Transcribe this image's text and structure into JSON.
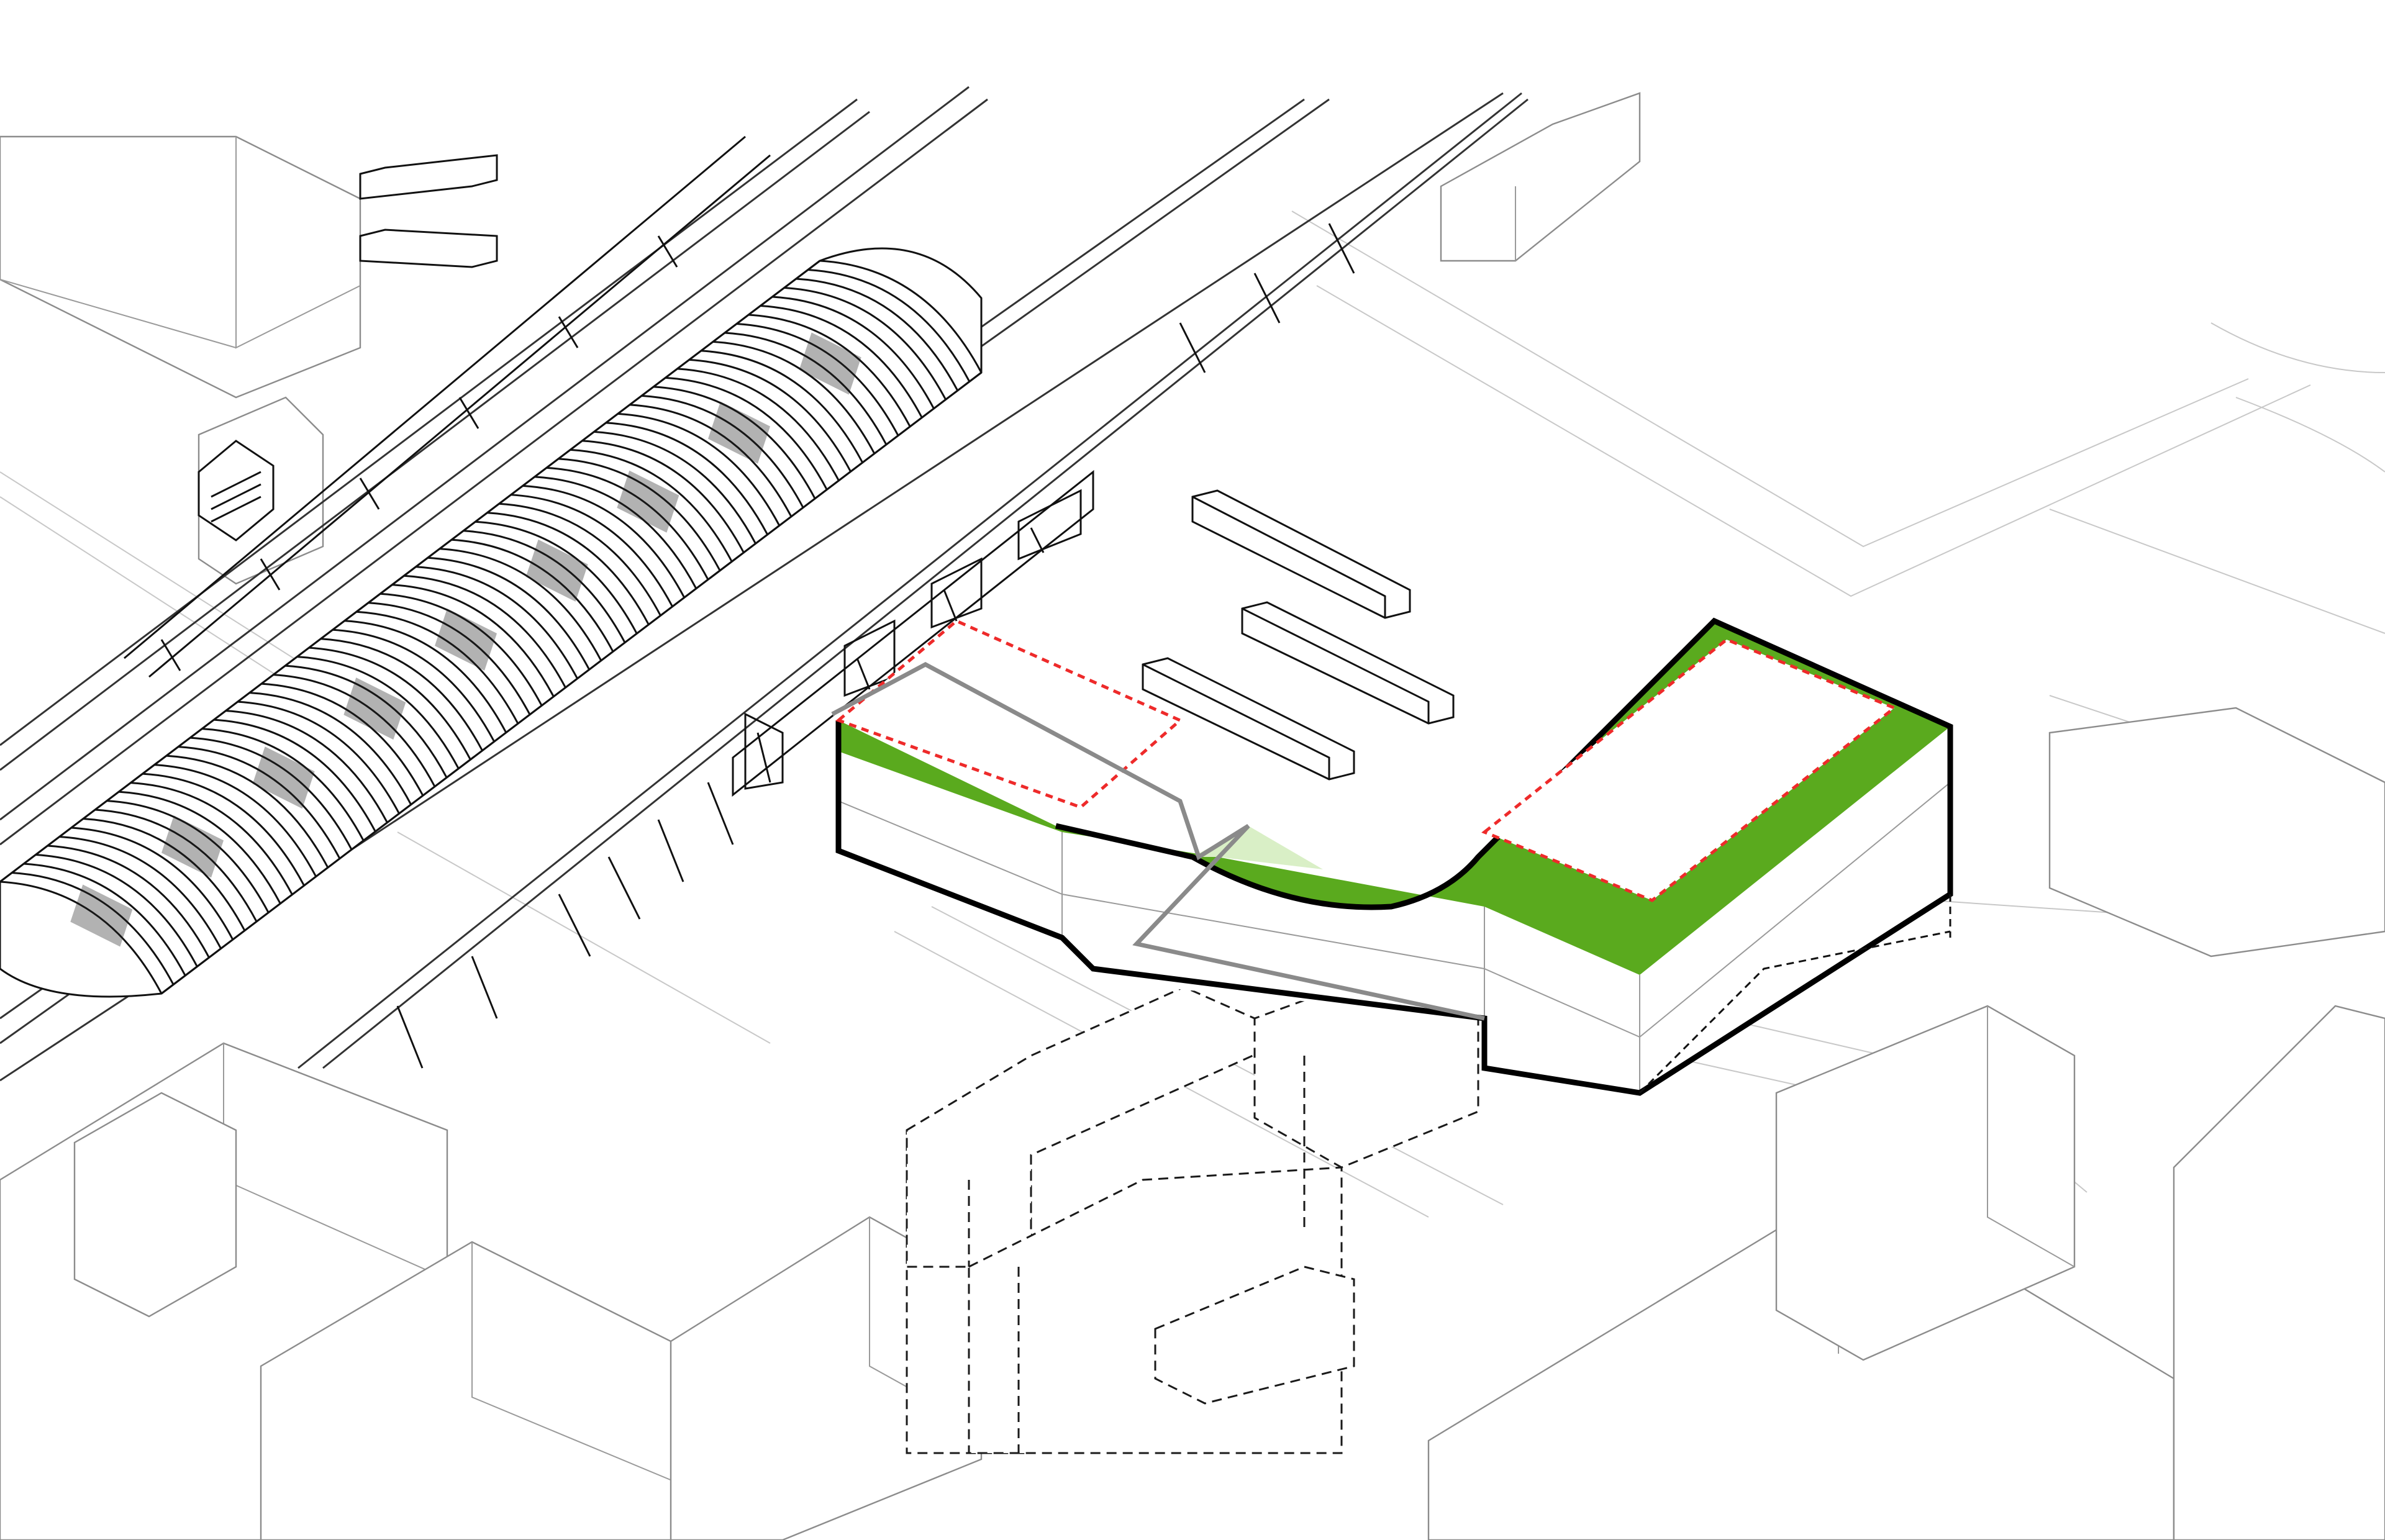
{
  "diagram": {
    "type": "axonometric",
    "colors": {
      "green_roof": "#5aaa1e",
      "green_roof_light": "#d9efc6",
      "boundary": "#000000",
      "marked_area": "#ee2a2a",
      "context_lines": "#9a9a9a",
      "background": "#ffffff"
    },
    "elements": [
      "station-canopy",
      "railway-platform",
      "buses",
      "new-building-green-roof",
      "red-dashed-areas",
      "existing-building-dashed",
      "context-buildings"
    ]
  }
}
